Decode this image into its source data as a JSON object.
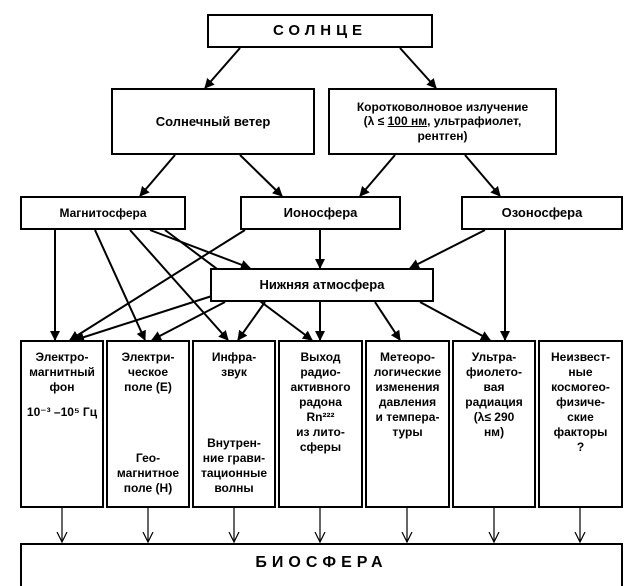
{
  "sun": "СОЛНЦЕ",
  "solar_wind": "Солнечный ветер",
  "shortwave": {
    "line1": "Коротковолновое излучение",
    "lambda_open": "(λ ≤ ",
    "lambda_val": "100 нм",
    "line2_rest": ", ультрафиолет,",
    "line3": "рентген)"
  },
  "magnetosphere": "Магнитосфера",
  "ionosphere": "Ионосфера",
  "ozonosphere": "Озоносфера",
  "lower_atmosphere": "Нижняя атмосфера",
  "columns": [
    {
      "top": "Электро-\nмагнитный\nфон",
      "top2": "10⁻³ –10⁵ Гц",
      "bottom": ""
    },
    {
      "top": "Электри-\nческое\nполе (Е)",
      "top2": "",
      "bottom": "Гео-\nмагнитное\nполе (Н)"
    },
    {
      "top": "Инфра-\nзвук",
      "top2": "",
      "bottom": "Внутрен-\nние грави-\nтационные\nволны"
    },
    {
      "top": "Выход\nрадио-\nактивного\nрадона\nRn²²²\nиз лито-\nсферы",
      "top2": "",
      "bottom": ""
    },
    {
      "top": "Метеоро-\nлогические\nизменения\nдавления\nи темпера-\nтуры",
      "top2": "",
      "bottom": ""
    },
    {
      "top": "Ультра-\nфиолето-\nвая\nрадиация\n(λ≤ 290\nнм)",
      "top2": "",
      "bottom": ""
    },
    {
      "top": "Неизвест-\nные\nкосмогео-\nфизиче-\nские\nфакторы\n?",
      "top2": "",
      "bottom": ""
    }
  ],
  "biosphere": "БИОСФЕРА"
}
